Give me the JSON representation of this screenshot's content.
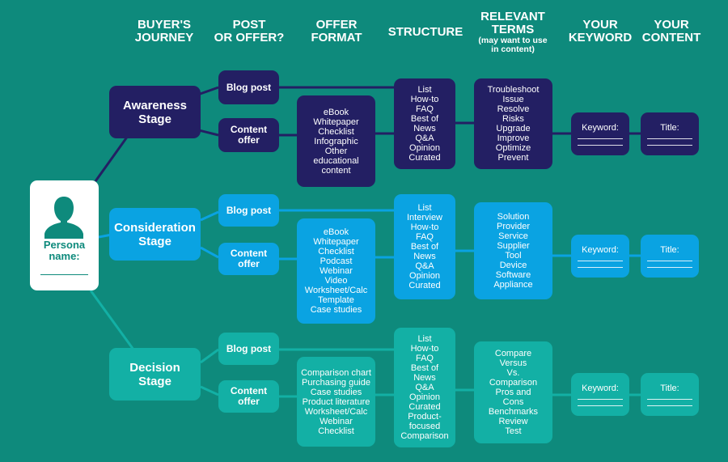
{
  "headers": {
    "journey": "BUYER'S\nJOURNEY",
    "post_offer": "POST\nOR OFFER?",
    "offer_format": "OFFER\nFORMAT",
    "structure": "STRUCTURE",
    "terms": "RELEVANT\nTERMS",
    "terms_note": "(may want to use\nin content)",
    "keyword": "YOUR\nKEYWORD",
    "content": "YOUR\nCONTENT"
  },
  "persona": {
    "label": "Persona\nname:",
    "icon": "person-silhouette-icon"
  },
  "colors": {
    "background": "#0e8a7c",
    "awareness": "#231f63",
    "consideration": "#0aa3e2",
    "decision": "#13b0a5"
  },
  "rows": {
    "awareness": {
      "stage": "Awareness\nStage",
      "blog": "Blog post",
      "offer": "Content\noffer",
      "formats": [
        "eBook",
        "Whitepaper",
        "Checklist",
        "Infographic",
        "Other",
        "educational",
        "content"
      ],
      "structure": [
        "List",
        "How-to",
        "FAQ",
        "Best of",
        "News",
        "Q&A",
        "Opinion",
        "Curated"
      ],
      "terms": [
        "Troubleshoot",
        "Issue",
        "Resolve",
        "Risks",
        "Upgrade",
        "Improve",
        "Optimize",
        "Prevent"
      ],
      "keyword": "Keyword:",
      "title": "Title:"
    },
    "consideration": {
      "stage": "Consideration\nStage",
      "blog": "Blog post",
      "offer": "Content\noffer",
      "formats": [
        "eBook",
        "Whitepaper",
        "Checklist",
        "Podcast",
        "Webinar",
        "Video",
        "Worksheet/Calc",
        "Template",
        "Case studies"
      ],
      "structure": [
        "List",
        "Interview",
        "How-to",
        "FAQ",
        "Best of",
        "News",
        "Q&A",
        "Opinion",
        "Curated"
      ],
      "terms": [
        "Solution",
        "Provider",
        "Service",
        "Supplier",
        "Tool",
        "Device",
        "Software",
        "Appliance"
      ],
      "keyword": "Keyword:",
      "title": "Title:"
    },
    "decision": {
      "stage": "Decision\nStage",
      "blog": "Blog post",
      "offer": "Content\noffer",
      "formats": [
        "Comparison chart",
        "Purchasing guide",
        "Case studies",
        "Product literature",
        "Worksheet/Calc",
        "Webinar",
        "Checklist"
      ],
      "structure": [
        "List",
        "How-to",
        "FAQ",
        "Best of",
        "News",
        "Q&A",
        "Opinion",
        "Curated",
        "Product-",
        "focused",
        "Comparison"
      ],
      "terms": [
        "Compare",
        "Versus",
        "Vs.",
        "Comparison",
        "Pros and",
        "Cons",
        "Benchmarks",
        "Review",
        "Test"
      ],
      "keyword": "Keyword:",
      "title": "Title:"
    }
  }
}
